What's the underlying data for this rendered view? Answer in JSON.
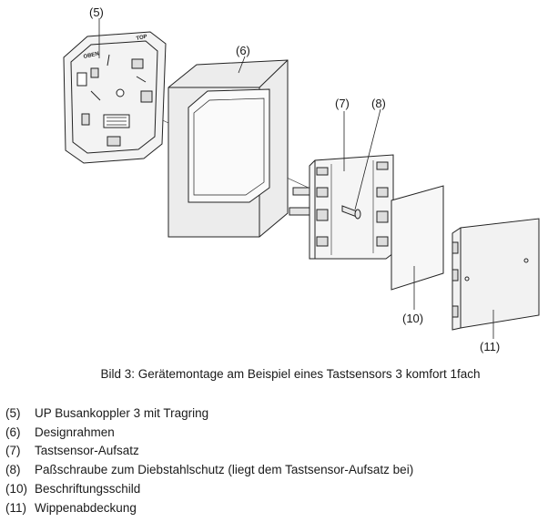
{
  "figure": {
    "callouts": {
      "c5": "(5)",
      "c6": "(6)",
      "c7": "(7)",
      "c8": "(8)",
      "c10": "(10)",
      "c11": "(11)"
    },
    "coupler_text": {
      "oben": "OBEN",
      "top": "TOP"
    },
    "caption": "Bild 3: Gerätemontage am Beispiel eines Tastsensors 3 komfort 1fach"
  },
  "legend": [
    {
      "num": "(5)",
      "text": "UP Busankoppler 3 mit Tragring"
    },
    {
      "num": "(6)",
      "text": "Designrahmen"
    },
    {
      "num": "(7)",
      "text": "Tastsensor-Aufsatz"
    },
    {
      "num": "(8)",
      "text": "Paßschraube zum Diebstahlschutz (liegt dem Tastsensor-Aufsatz bei)"
    },
    {
      "num": "(10)",
      "text": "Beschriftungsschild"
    },
    {
      "num": "(11)",
      "text": "Wippenabdeckung"
    }
  ]
}
